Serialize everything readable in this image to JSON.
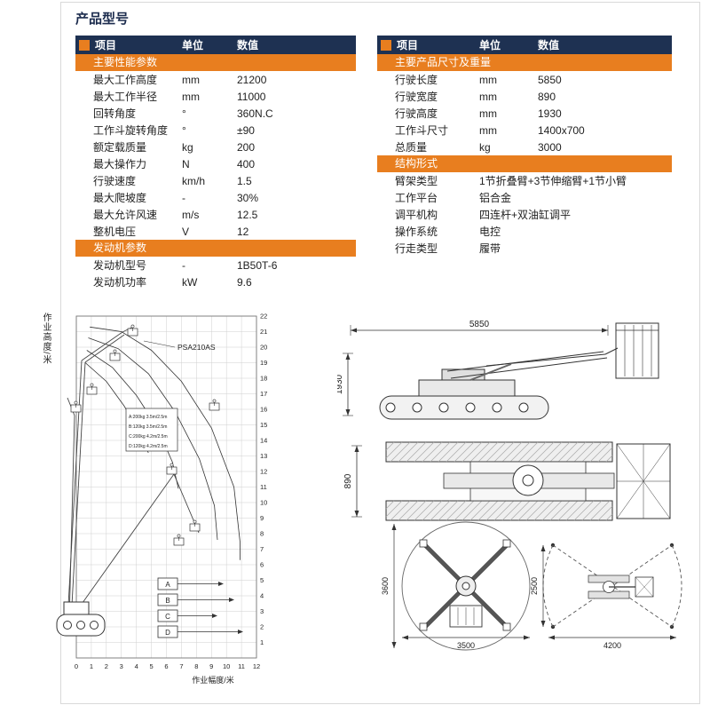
{
  "page": {
    "title": "产品型号"
  },
  "colors": {
    "header_navy": "#1e3152",
    "accent_orange": "#e87e1f"
  },
  "table": {
    "headers": {
      "item": "项目",
      "unit": "单位",
      "value": "数值"
    },
    "left": [
      {
        "section": "主要性能参数",
        "rows": [
          [
            "最大工作高度",
            "mm",
            "21200"
          ],
          [
            "最大工作半径",
            "mm",
            "11000"
          ],
          [
            "回转角度",
            "°",
            "360N.C"
          ],
          [
            "工作斗旋转角度",
            "°",
            "±90"
          ],
          [
            "额定载质量",
            "kg",
            "200"
          ],
          [
            "最大操作力",
            "N",
            "400"
          ],
          [
            "行驶速度",
            "km/h",
            "1.5"
          ],
          [
            "最大爬坡度",
            "-",
            "30%"
          ],
          [
            "最大允许风速",
            "m/s",
            "12.5"
          ],
          [
            "整机电压",
            "V",
            "12"
          ]
        ]
      },
      {
        "section": "发动机参数",
        "rows": [
          [
            "发动机型号",
            "-",
            "1B50T-6"
          ],
          [
            "发动机功率",
            "kW",
            "9.6"
          ]
        ]
      }
    ],
    "right": [
      {
        "section": "主要产品尺寸及重量",
        "rows": [
          [
            "行驶长度",
            "mm",
            "5850"
          ],
          [
            "行驶宽度",
            "mm",
            "890"
          ],
          [
            "行驶高度",
            "mm",
            "1930"
          ],
          [
            "工作斗尺寸",
            "mm",
            "1400x700"
          ],
          [
            "总质量",
            "kg",
            "3000"
          ]
        ]
      },
      {
        "section": "结构形式",
        "rows": [
          [
            "臂架类型",
            "",
            "1节折叠臂+3节伸缩臂+1节小臂"
          ],
          [
            "工作平台",
            "",
            "铝合金"
          ],
          [
            "调平机构",
            "",
            "四连杆+双油缸调平"
          ],
          [
            "操作系统",
            "",
            "电控"
          ],
          [
            "行走类型",
            "",
            "履带"
          ]
        ]
      }
    ]
  },
  "chart_data": {
    "type": "line",
    "title": "PSA210AS",
    "xlabel": "作业幅度/米",
    "ylabel": "作业高度/米",
    "xlim": [
      0,
      12
    ],
    "ylim": [
      0,
      22
    ],
    "grid": true,
    "legend_position": "inside-left",
    "legend_box": [
      "A:200kg 3.5m/2.5m",
      "B:120kg 3.5m/2.5m",
      "C:200kg 4.2m/2.5m",
      "D:120kg 4.2m/2.5m"
    ],
    "zones": [
      "A",
      "B",
      "C",
      "D"
    ],
    "series": [
      {
        "name": "A",
        "points": [
          [
            0.9,
            21.3
          ],
          [
            3,
            21.0
          ],
          [
            5,
            19.8
          ],
          [
            7,
            17.8
          ],
          [
            9,
            14.8
          ],
          [
            10.5,
            11.0
          ],
          [
            10.9,
            7.5
          ],
          [
            10.9,
            6.3
          ]
        ]
      },
      {
        "name": "B",
        "points": [
          [
            0.8,
            20.6
          ],
          [
            2.8,
            19.9
          ],
          [
            4.8,
            18.3
          ],
          [
            6.6,
            15.8
          ],
          [
            8.2,
            12.8
          ],
          [
            9.2,
            9.8
          ],
          [
            9.4,
            7.6
          ]
        ]
      },
      {
        "name": "C",
        "points": [
          [
            0.7,
            19.8
          ],
          [
            2.4,
            18.7
          ],
          [
            4.0,
            16.9
          ],
          [
            5.4,
            14.8
          ],
          [
            6.4,
            12.6
          ],
          [
            6.8,
            10.9
          ]
        ]
      },
      {
        "name": "D",
        "points": [
          [
            0.6,
            19.0
          ],
          [
            2.0,
            17.8
          ],
          [
            3.2,
            16.2
          ],
          [
            4.2,
            14.5
          ],
          [
            4.8,
            13.2
          ]
        ]
      }
    ]
  },
  "drawings": {
    "side_view": {
      "length": "5850",
      "height": "1930"
    },
    "top_view": {
      "width": "890"
    },
    "turning_circle": {
      "width": "3500",
      "depth": "3600"
    },
    "work_envelope_top": {
      "width": "4200",
      "depth": "2500"
    }
  }
}
